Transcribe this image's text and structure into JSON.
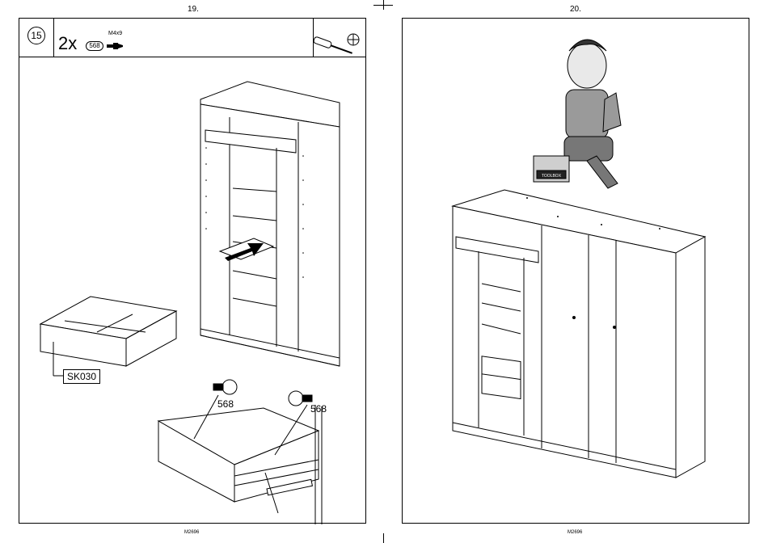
{
  "pages": {
    "left": {
      "number": "19.",
      "footer": "M2696"
    },
    "right": {
      "number": "20.",
      "footer": "M2696"
    }
  },
  "step": {
    "number": "15",
    "quantity": "2x",
    "part_id": "568",
    "screw_spec": "M4x9",
    "tool_icons": [
      "screwdriver-icon",
      "phillips-head-icon"
    ]
  },
  "labels": {
    "drawer_code": "SK030",
    "part_callout_1": "568",
    "part_callout_2": "568"
  },
  "illustration": {
    "toolbox_text": "TOOLBOX"
  }
}
